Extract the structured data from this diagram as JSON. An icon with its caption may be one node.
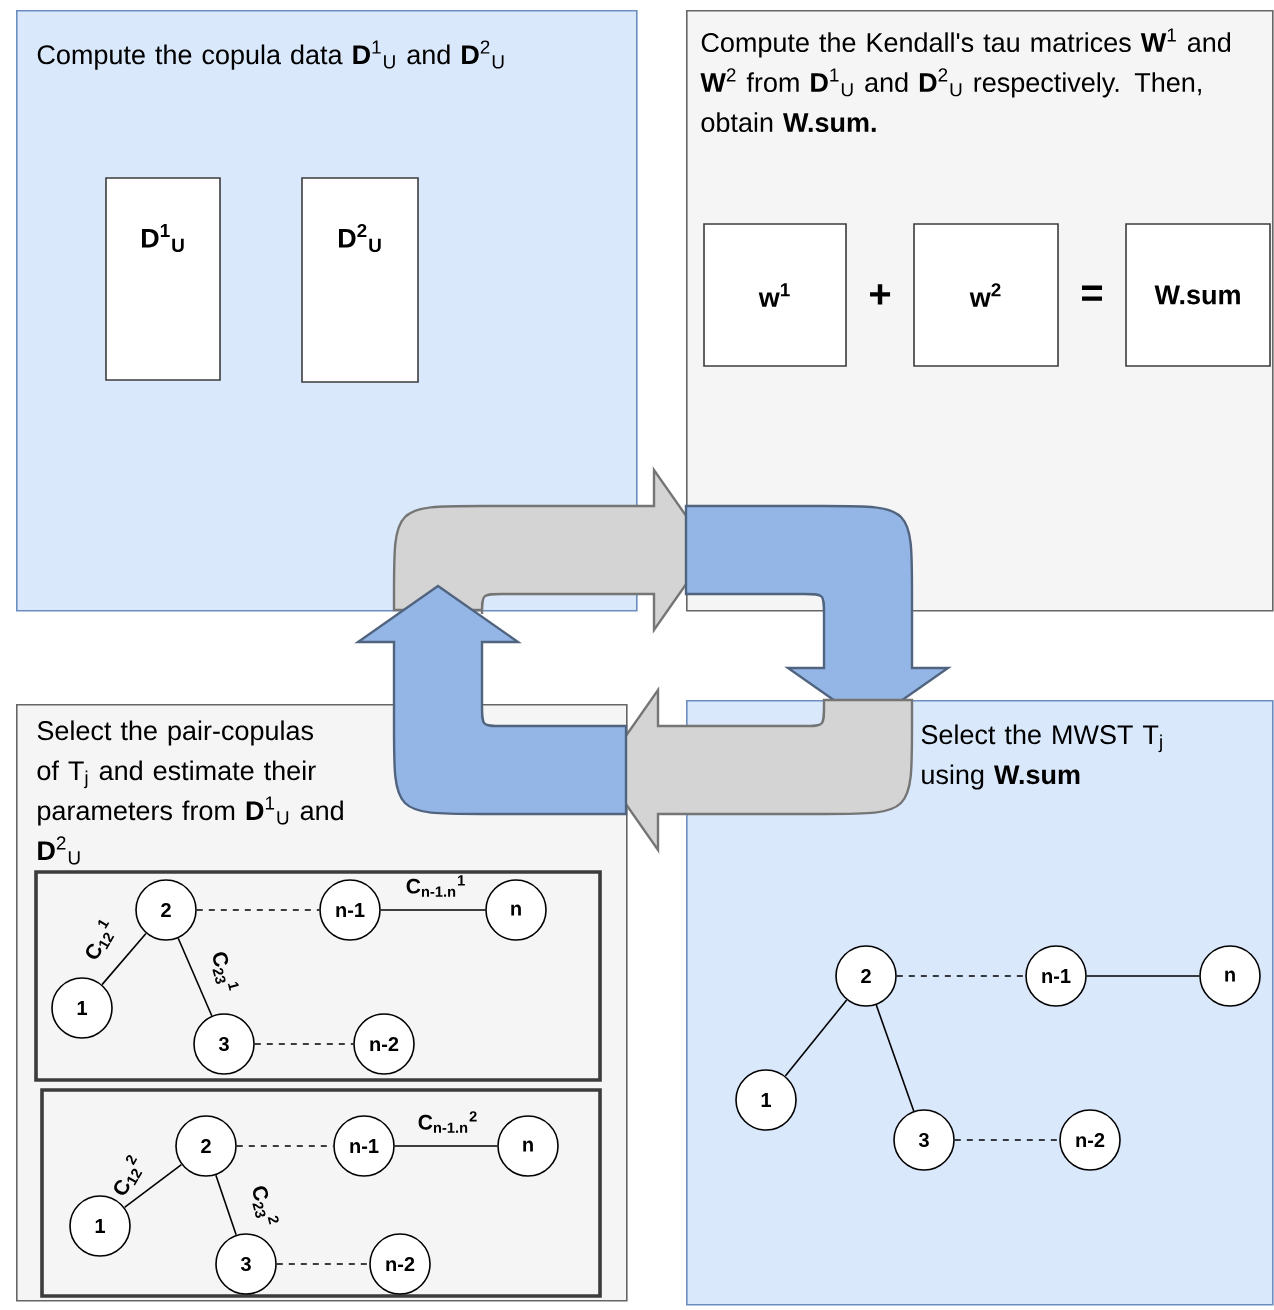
{
  "diagram": {
    "nodes": [
      {
        "text": [
          "Compute the copula data **D**$^{1}$$_{U}$ and **D**$^{2}$$_{U}$"
        ]
      },
      {
        "text": [
          "**D**$^{1}$$_{U}$"
        ],
        "in": 0
      },
      {
        "text": [
          "**D**$^{2}$$_{U}$"
        ],
        "in": 0
      },
      {
        "text": [
          "Compute the Kendall's tau matrices **W**$^{1}$ and **W**$^{2}$ from **D**$^{1}$$_{U}$ and **D**$^{2}$$_{U}$ respectively. Then, obtain **W.sum.**"
        ]
      },
      {
        "text": [
          "w$^{1}$"
        ],
        "in": 3
      },
      {
        "text": [
          "w$^{2}$"
        ],
        "in": 3
      },
      {
        "text": [
          "W.sum"
        ],
        "in": 3
      },
      {
        "text": [
          "Select the pair-copulas of T$_{j}$ and estimate their parameters from **D**$^{1}$$_{U}$ and **D**$^{2}$$_{U}$"
        ]
      },
      {
        "text": [],
        "shape": "box",
        "in": 7
      },
      {
        "text": [
          "2"
        ],
        "in": 8
      },
      {
        "text": [
          "n-1"
        ],
        "in": 8
      },
      {
        "text": [
          "n"
        ],
        "in": 8
      },
      {
        "text": [
          "1"
        ],
        "in": 8
      },
      {
        "text": [
          "3"
        ],
        "in": 8
      },
      {
        "text": [
          "n-2"
        ],
        "in": 8
      },
      {
        "text": [],
        "shape": "box",
        "in": 7
      },
      {
        "text": [
          "2"
        ],
        "in": 15
      },
      {
        "text": [
          "n-1"
        ],
        "in": 15
      },
      {
        "text": [
          "n"
        ],
        "in": 15
      },
      {
        "text": [
          "1"
        ],
        "in": 15
      },
      {
        "text": [
          "3"
        ],
        "in": 15
      },
      {
        "text": [
          "n-2"
        ],
        "in": 15
      },
      {
        "text": [
          "Select the MWST T$_{j}$ using **W.sum**"
        ]
      },
      {
        "text": [
          "2"
        ],
        "in": 22
      },
      {
        "text": [
          "n-1"
        ],
        "in": 22
      },
      {
        "text": [
          "n"
        ],
        "in": 22
      },
      {
        "text": [
          "1"
        ],
        "in": 22
      },
      {
        "text": [
          "3"
        ],
        "in": 22
      },
      {
        "text": [
          "n-2"
        ],
        "in": 22
      }
    ],
    "edges": [
      {
        "from": 0,
        "to": 3,
        "arrow": "to",
        "style": "thick",
        "color": "#d4d4d4"
      },
      {
        "from": 3,
        "to": 22,
        "arrow": "to",
        "style": "thick",
        "color": "#94b6e6"
      },
      {
        "from": 22,
        "to": 7,
        "arrow": "to",
        "style": "thick",
        "color": "#d4d4d4"
      },
      {
        "from": 7,
        "to": 0,
        "arrow": "to",
        "style": "thick",
        "color": "#94b6e6"
      },
      {
        "from": 9,
        "to": 12,
        "arrow": "none",
        "label": "C$_{12}$$^{1}$"
      },
      {
        "from": 9,
        "to": 13,
        "arrow": "none",
        "label": "C$_{23}$$^{1}$"
      },
      {
        "from": 9,
        "to": 10,
        "arrow": "none",
        "style": "dashed"
      },
      {
        "from": 10,
        "to": 11,
        "arrow": "none",
        "label": "C$_{n-1.n}$$^{1}$"
      },
      {
        "from": 13,
        "to": 14,
        "arrow": "none",
        "style": "dashed"
      },
      {
        "from": 16,
        "to": 19,
        "arrow": "none",
        "label": "C$_{12}$$^{2}$"
      },
      {
        "from": 16,
        "to": 20,
        "arrow": "none",
        "label": "C$_{23}$$^{2}$"
      },
      {
        "from": 16,
        "to": 17,
        "arrow": "none",
        "style": "dashed"
      },
      {
        "from": 17,
        "to": 18,
        "arrow": "none",
        "label": "C$_{n-1.n}$$^{2}$"
      },
      {
        "from": 20,
        "to": 21,
        "arrow": "none",
        "style": "dashed"
      },
      {
        "from": 23,
        "to": 26,
        "arrow": "none"
      },
      {
        "from": 23,
        "to": 27,
        "arrow": "none"
      },
      {
        "from": 23,
        "to": 24,
        "arrow": "none",
        "style": "dashed"
      },
      {
        "from": 24,
        "to": 25,
        "arrow": "none"
      },
      {
        "from": 27,
        "to": 28,
        "arrow": "none",
        "style": "dashed"
      }
    ],
    "labels": [
      "+",
      "="
    ]
  }
}
